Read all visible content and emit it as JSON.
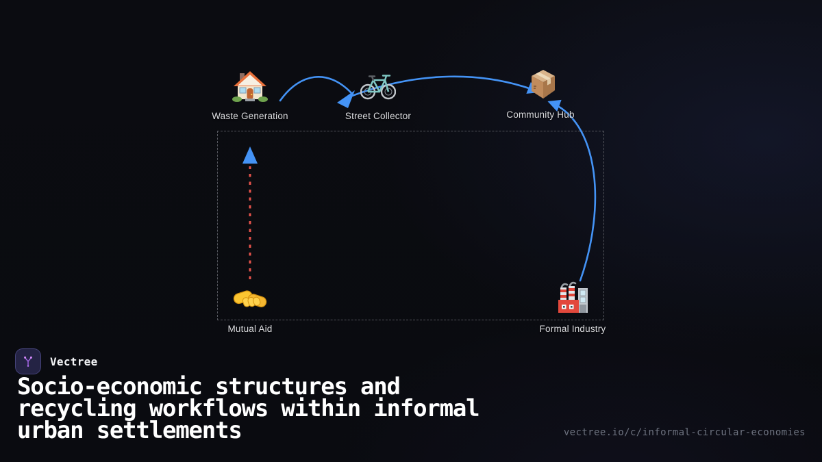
{
  "brand": {
    "name": "Vectree",
    "logo_icon": "vectree-branch-icon"
  },
  "title": {
    "lines": [
      "Socio-economic structures and",
      "recycling workflows within informal",
      "urban settlements"
    ]
  },
  "link": {
    "url": "vectree.io/c/informal-circular-economies"
  },
  "diagram": {
    "nodes": [
      {
        "id": "waste-generation",
        "label": "Waste Generation",
        "icon": "house-icon"
      },
      {
        "id": "street-collector",
        "label": "Street Collector",
        "icon": "bicycle-icon"
      },
      {
        "id": "community-hub",
        "label": "Community Hub",
        "icon": "package-icon"
      },
      {
        "id": "mutual-aid",
        "label": "Mutual Aid",
        "icon": "handshake-icon"
      },
      {
        "id": "formal-industry",
        "label": "Formal Industry",
        "icon": "factory-icon"
      }
    ],
    "edges": [
      {
        "from": "waste-generation",
        "to": "street-collector",
        "style": "solid-curved",
        "color": "#4493f5"
      },
      {
        "from": "street-collector",
        "to": "community-hub",
        "style": "solid-curved",
        "color": "#4493f5"
      },
      {
        "from": "formal-industry",
        "to": "community-hub",
        "style": "solid-curved",
        "color": "#4493f5"
      },
      {
        "from": "mutual-aid",
        "to": "waste-generation",
        "style": "dashed",
        "color": "#e5534b",
        "arrowhead_color": "#4493f5"
      }
    ],
    "colors": {
      "edge_blue": "#4493f5",
      "edge_red_dashed": "#e5534b",
      "container_border": "#55575e",
      "node_label": "#dcdde0"
    }
  }
}
